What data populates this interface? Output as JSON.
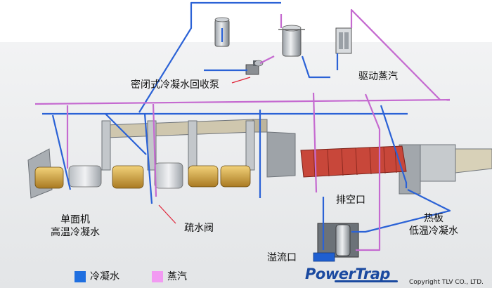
{
  "colors": {
    "condensate": "#1f6fe0",
    "steam": "#f29af2",
    "condensate_pipe": "#2b62d6",
    "steam_pipe": "#c56ad0",
    "brand": "#1b4aa0"
  },
  "labels": {
    "closed_pump": "密闭式冷凝水回收泵",
    "motive_steam": "驱动蒸汽",
    "single_facer_line1": "单面机",
    "single_facer_line2": "高温冷凝水",
    "steam_trap": "疏水阀",
    "vent": "排空口",
    "hot_plate_line1": "热板",
    "hot_plate_line2": "低温冷凝水",
    "overflow": "溢流口"
  },
  "legend": [
    {
      "key": "condensate",
      "label": "冷凝水"
    },
    {
      "key": "steam",
      "label": "蒸汽"
    }
  ],
  "brand": {
    "name": "PowerTrap"
  },
  "copyright": "Copyright TLV CO., LTD."
}
